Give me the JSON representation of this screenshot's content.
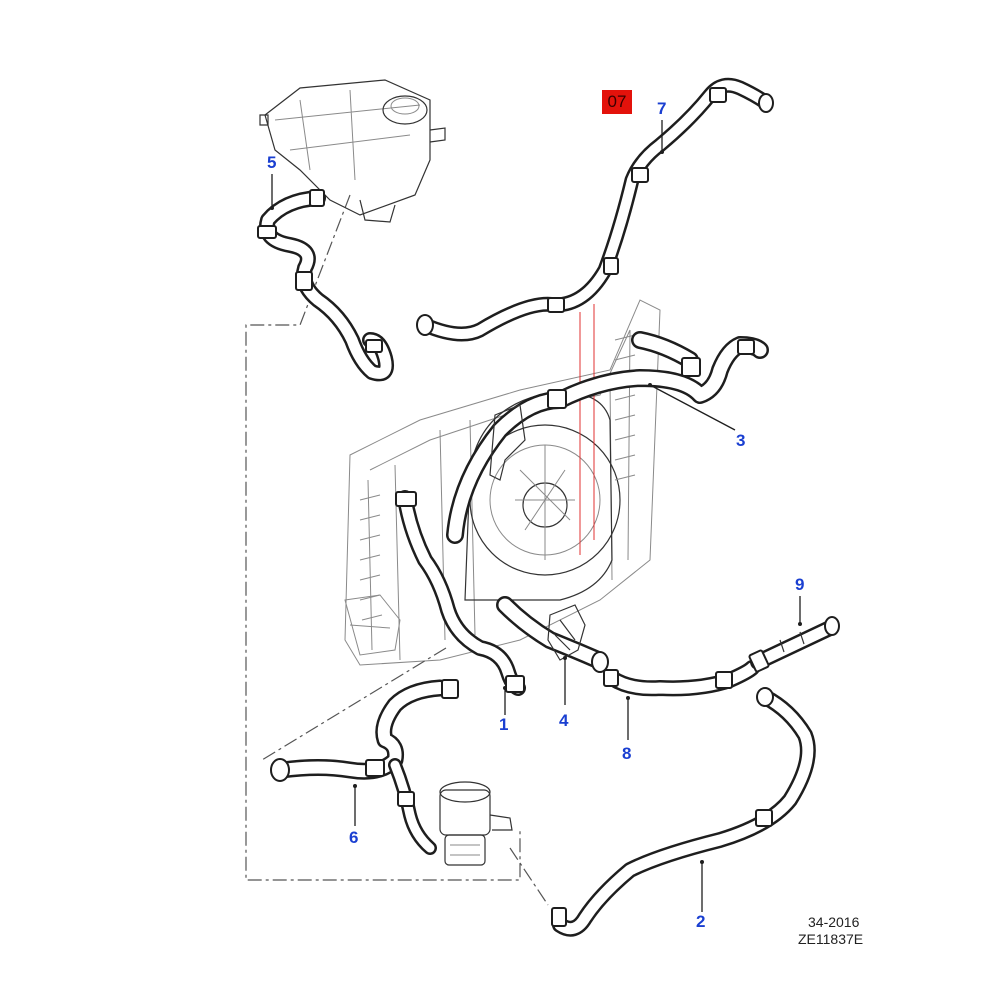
{
  "badge": {
    "text": "07",
    "color": "#e3120b"
  },
  "callouts": [
    {
      "id": "1",
      "label": "1"
    },
    {
      "id": "2",
      "label": "2"
    },
    {
      "id": "3",
      "label": "3"
    },
    {
      "id": "4",
      "label": "4"
    },
    {
      "id": "5",
      "label": "5"
    },
    {
      "id": "6",
      "label": "6"
    },
    {
      "id": "7",
      "label": "7"
    },
    {
      "id": "8",
      "label": "8"
    },
    {
      "id": "9",
      "label": "9"
    }
  ],
  "caption": {
    "line1": "34-2016",
    "line2": "ZE11837E"
  },
  "colors": {
    "callout": "#1a3fd1",
    "linework": "#1e1e1e",
    "guide": "#e03030"
  }
}
